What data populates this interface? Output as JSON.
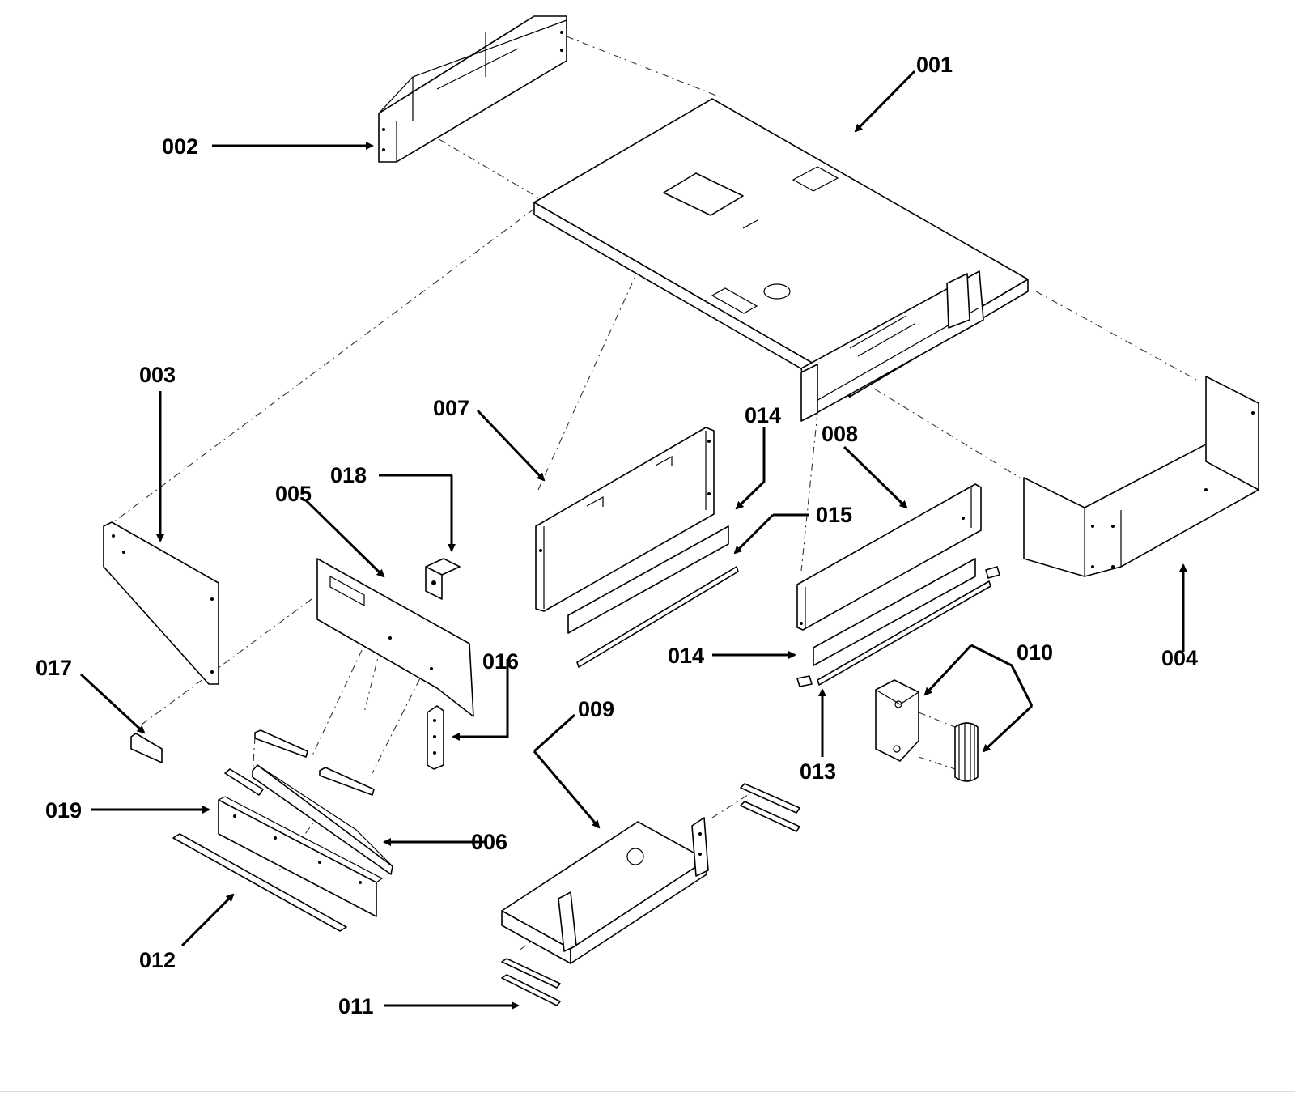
{
  "diagram": {
    "background": "#ffffff",
    "line_color": "#000000",
    "callouts": [
      {
        "id": "001",
        "label": "001"
      },
      {
        "id": "002",
        "label": "002"
      },
      {
        "id": "003",
        "label": "003"
      },
      {
        "id": "004",
        "label": "004"
      },
      {
        "id": "005",
        "label": "005"
      },
      {
        "id": "006",
        "label": "006"
      },
      {
        "id": "007",
        "label": "007"
      },
      {
        "id": "008",
        "label": "008"
      },
      {
        "id": "009",
        "label": "009"
      },
      {
        "id": "010",
        "label": "010"
      },
      {
        "id": "011",
        "label": "011"
      },
      {
        "id": "012",
        "label": "012"
      },
      {
        "id": "013",
        "label": "013"
      },
      {
        "id": "014a",
        "label": "014"
      },
      {
        "id": "014b",
        "label": "014"
      },
      {
        "id": "015",
        "label": "015"
      },
      {
        "id": "016",
        "label": "016"
      },
      {
        "id": "017",
        "label": "017"
      },
      {
        "id": "018",
        "label": "018"
      },
      {
        "id": "019",
        "label": "019"
      }
    ]
  }
}
